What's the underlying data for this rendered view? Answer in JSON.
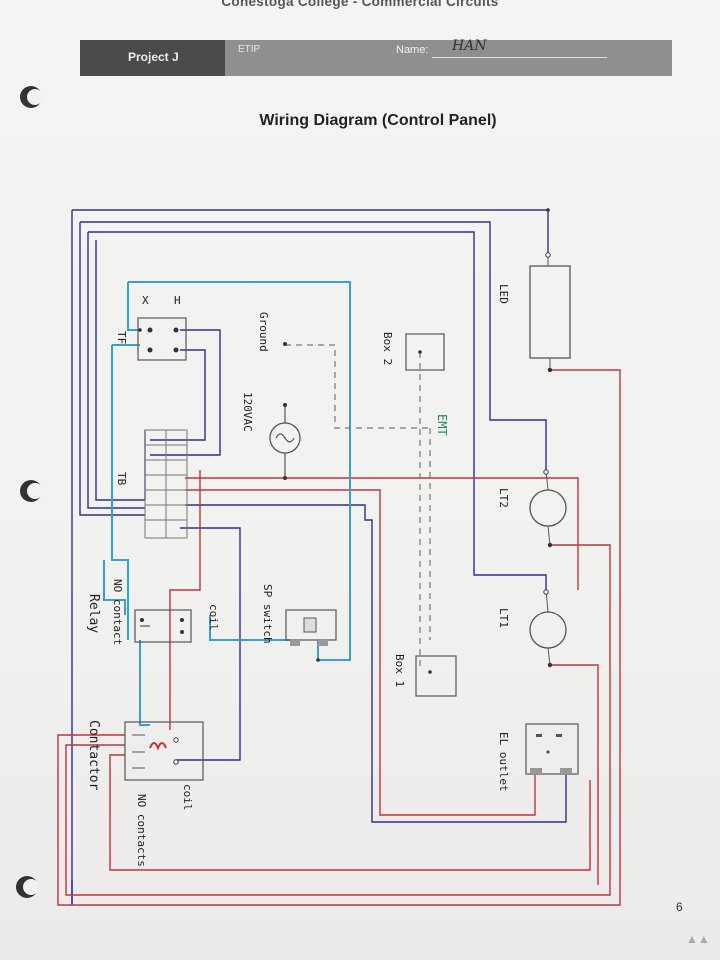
{
  "header": {
    "college": "Conestoga College - Commercial Circuits",
    "project": "Project J",
    "etip": "ETIP",
    "name_label": "Name:",
    "name_value": "HAN"
  },
  "diagram": {
    "title": "Wiring Diagram (Control Panel)",
    "labels": {
      "led": "LED",
      "lt2": "LT2",
      "lt1": "LT1",
      "box2": "Box 2",
      "box1": "Box 1",
      "emt": "EMT",
      "ground": "Ground",
      "supply": "120VAC",
      "tf": "TF",
      "tf_h": "H",
      "tf_x": "X",
      "tb": "TB",
      "coil_relay": "coil",
      "no_contact": "NO contact",
      "relay": "Relay",
      "sp_switch": "SP switch",
      "contactor": "Contactor",
      "coil_contactor": "coil",
      "no_contacts": "NO contacts",
      "el_outlet": "EL outlet"
    },
    "wire_colors": {
      "blue": "#2d2f8f",
      "red": "#c0343b",
      "lightblue": "#3a9fd0",
      "dashed": "#777777"
    }
  },
  "footer": {
    "page_number": "6"
  }
}
